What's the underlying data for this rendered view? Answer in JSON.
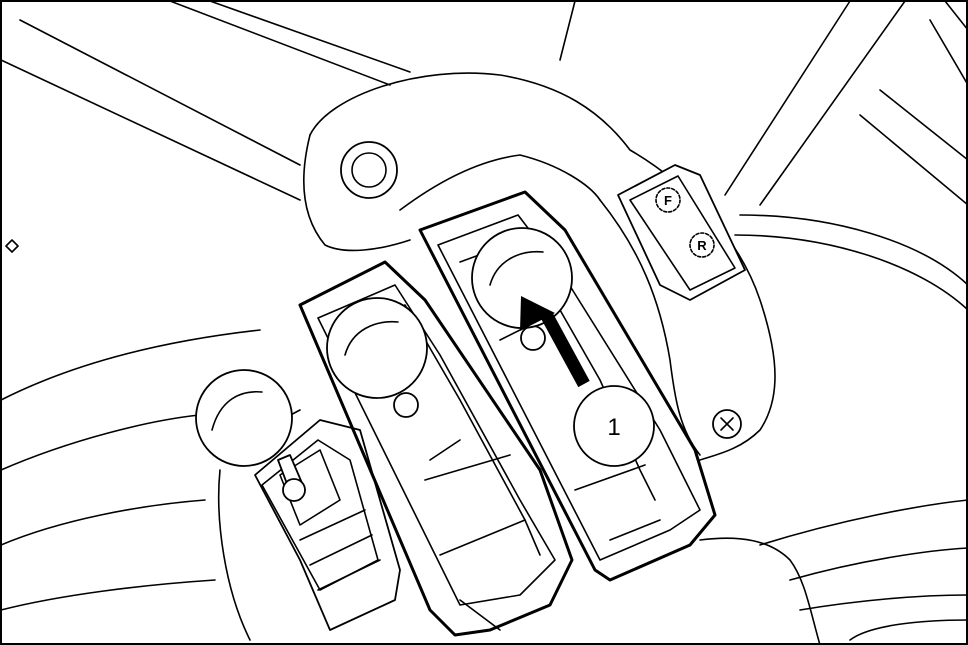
{
  "figure": {
    "callout_label": "1",
    "forward_switch_symbol": "F",
    "reverse_switch_symbol": "R"
  }
}
